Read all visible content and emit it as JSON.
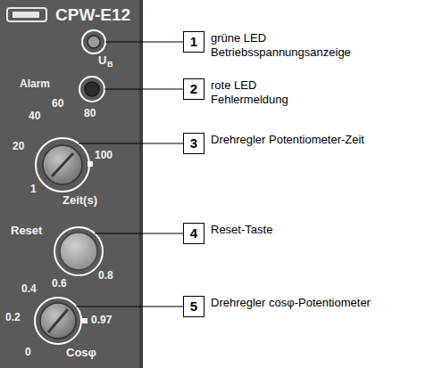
{
  "diagram": {
    "nodes": [
      {
        "text": [
          "1",
          "grüne LED Betriebsspannungsanzeige"
        ]
      },
      {
        "text": [
          "2",
          "rote LED Fehlermeldung"
        ]
      },
      {
        "text": [
          "3",
          "Drehregler Potentiometer-Zeit"
        ]
      },
      {
        "text": [
          "4",
          "Reset-Taste"
        ]
      },
      {
        "text": [
          "5",
          "Drehregler cosφ-Potentiometer"
        ]
      }
    ],
    "labels": [
      "CPW-E12",
      "U",
      "B",
      "Alarm",
      "60",
      "40",
      "80",
      "20",
      "100",
      "1",
      "Zeit(s)",
      "Reset",
      "0.6",
      "0.8",
      "0.4",
      "0.2",
      "0.97",
      "0",
      "Cosφ"
    ]
  }
}
